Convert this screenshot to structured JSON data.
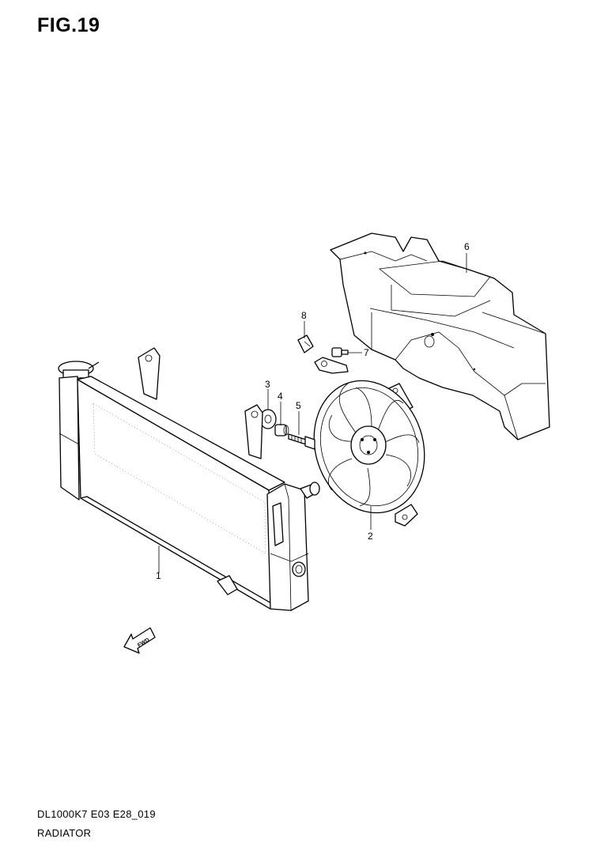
{
  "figure_title": "FIG.19",
  "footer": {
    "model_code": "DL1000K7 E03 E28_019",
    "section_name": "RADIATOR"
  },
  "callouts": [
    "1",
    "2",
    "3",
    "4",
    "5",
    "6",
    "7",
    "8"
  ],
  "fwd_label": "FWD",
  "icons": [
    "radiator",
    "cooling-fan",
    "fan-shroud",
    "cushion",
    "collar",
    "bolt",
    "clip",
    "fwd-arrow-icon"
  ]
}
